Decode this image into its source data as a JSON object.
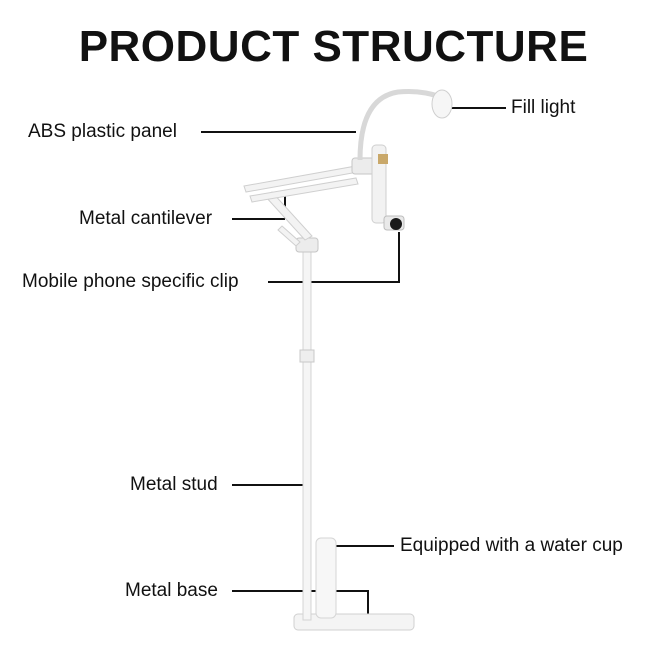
{
  "title": "PRODUCT STRUCTURE",
  "labels": {
    "fill_light": "Fill light",
    "abs_panel": "ABS plastic panel",
    "cantilever": "Metal cantilever",
    "phone_clip": "Mobile phone specific clip",
    "stud": "Metal stud",
    "water_cup": "Equipped with a water cup",
    "base": "Metal base"
  }
}
